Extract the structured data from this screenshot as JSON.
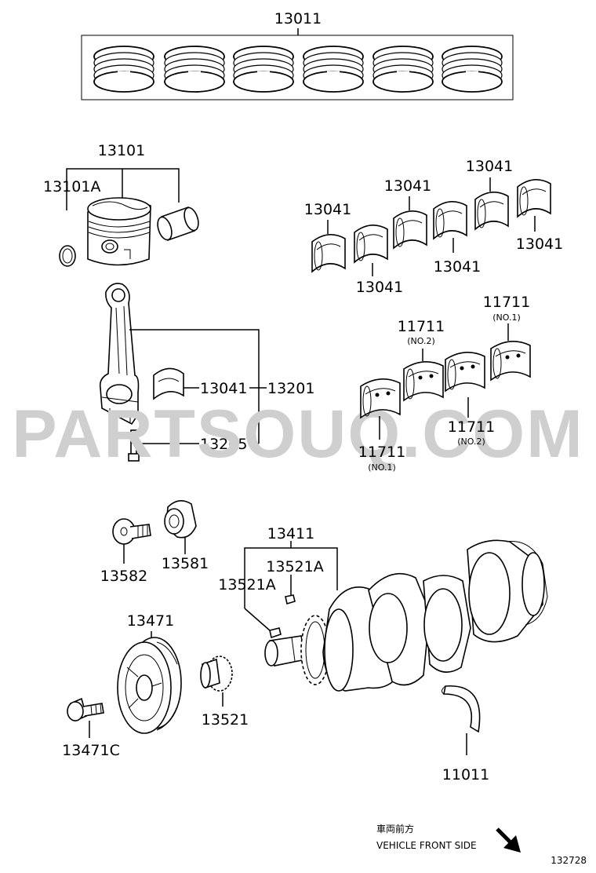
{
  "watermark": "PARTSOUQ.COM",
  "diagram_id": "132728",
  "direction_note": {
    "jp": "車両前方",
    "en": "VEHICLE FRONT SIDE"
  },
  "labels": {
    "p13011": "13011",
    "p13101": "13101",
    "p13101A": "13101A",
    "p13041_a": "13041",
    "p13041_b": "13041",
    "p13041_c": "13041",
    "p13041_d": "13041",
    "p13041_e": "13041",
    "p13041_f": "13041",
    "p13041_rod": "13041",
    "p13201": "13201",
    "p13265": "13265",
    "p11711_a": "11711",
    "p11711_a_sub": "(NO.1)",
    "p11711_b": "11711",
    "p11711_b_sub": "(NO.2)",
    "p11711_c": "11711",
    "p11711_c_sub": "(NO.2)",
    "p11711_d": "11711",
    "p11711_d_sub": "(NO.1)",
    "p13582": "13582",
    "p13581": "13581",
    "p13411": "13411",
    "p13521A_a": "13521A",
    "p13521A_b": "13521A",
    "p13471": "13471",
    "p13471C": "13471C",
    "p13521": "13521",
    "p11011": "11011"
  }
}
